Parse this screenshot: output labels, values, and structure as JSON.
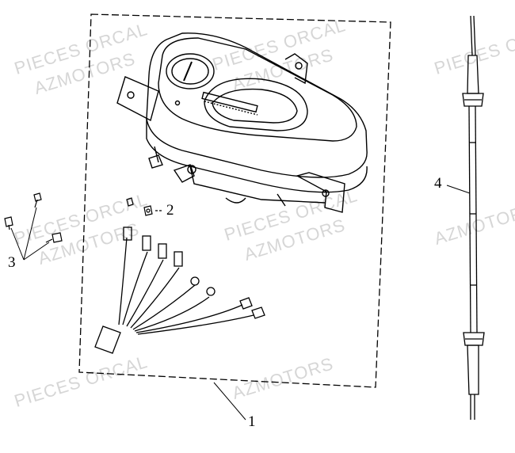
{
  "diagram": {
    "watermarks": [
      "PIECES ORCAL",
      "AZMOTORS",
      "PIECES ORCAL",
      "AZMOTORS",
      "PIECES ORCAL",
      "AZMOTORS",
      "PIECES ORCAL",
      "AZMOTORS",
      "PIECES ORCAL",
      "AZMOTORS",
      "PIECES ORCAL",
      "AZMOTORS"
    ],
    "callouts": {
      "assembly": "1",
      "screw": "2",
      "bolts": "3",
      "cable": "4"
    },
    "icons": {
      "speedometer": "speedometer-icon",
      "bolt": "bolt-icon",
      "cable": "speedometer-cable-icon",
      "wiring": "wiring-harness-icon"
    },
    "colors": {
      "line": "#000000",
      "watermark": "#d6d6d6",
      "background": "#ffffff"
    }
  }
}
